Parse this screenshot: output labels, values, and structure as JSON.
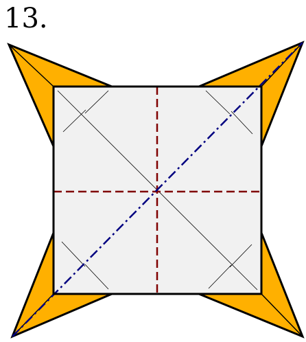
{
  "step": {
    "number": "13."
  },
  "colors": {
    "paper_back": "#FFB000",
    "paper_front": "#F1F1F1",
    "outline": "#000000",
    "valley_fold": "#800000",
    "mountain_fold": "#000080",
    "crease": "#000000"
  },
  "legend": {
    "valley_fold_style": "dashed",
    "mountain_fold_style": "dash-dot"
  }
}
